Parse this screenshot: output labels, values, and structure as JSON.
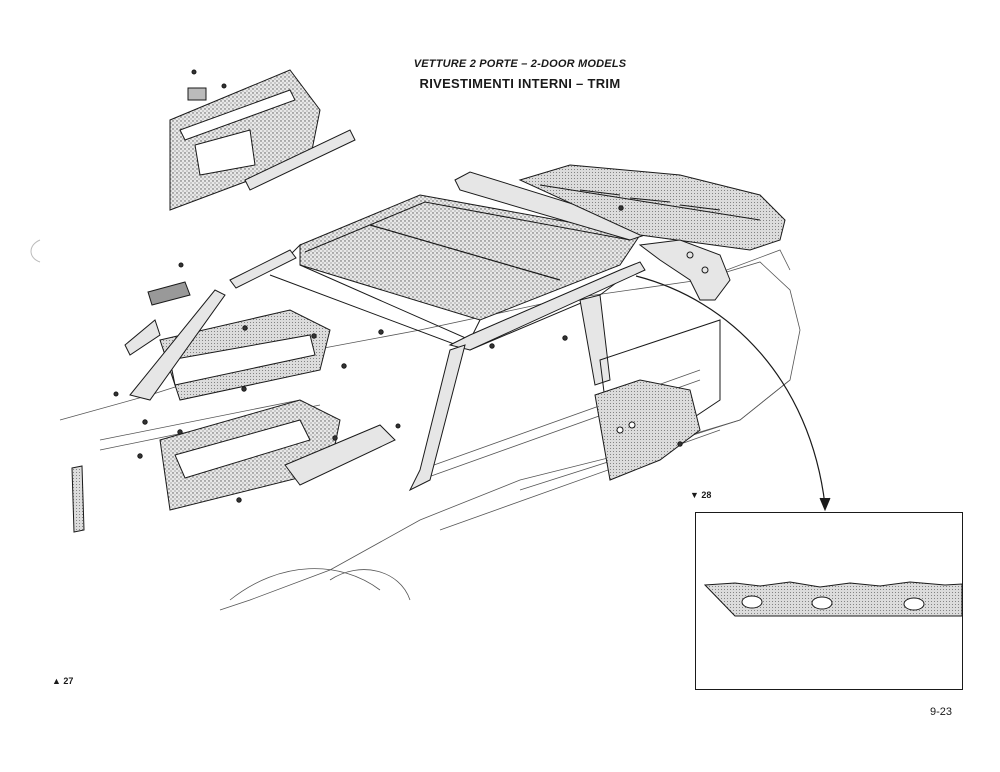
{
  "header": {
    "subtitle": "VETTURE 2 PORTE  –  2-DOOR MODELS",
    "title": "RIVESTIMENTI INTERNI  –  TRIM"
  },
  "references": {
    "view_27": "▲ 27",
    "view_28": "▼ 28"
  },
  "page_number": "9-23",
  "colors": {
    "line": "#1a1a1a",
    "fill_light": "#e6e6e6",
    "fill_dotted": "#c8c8c8"
  }
}
